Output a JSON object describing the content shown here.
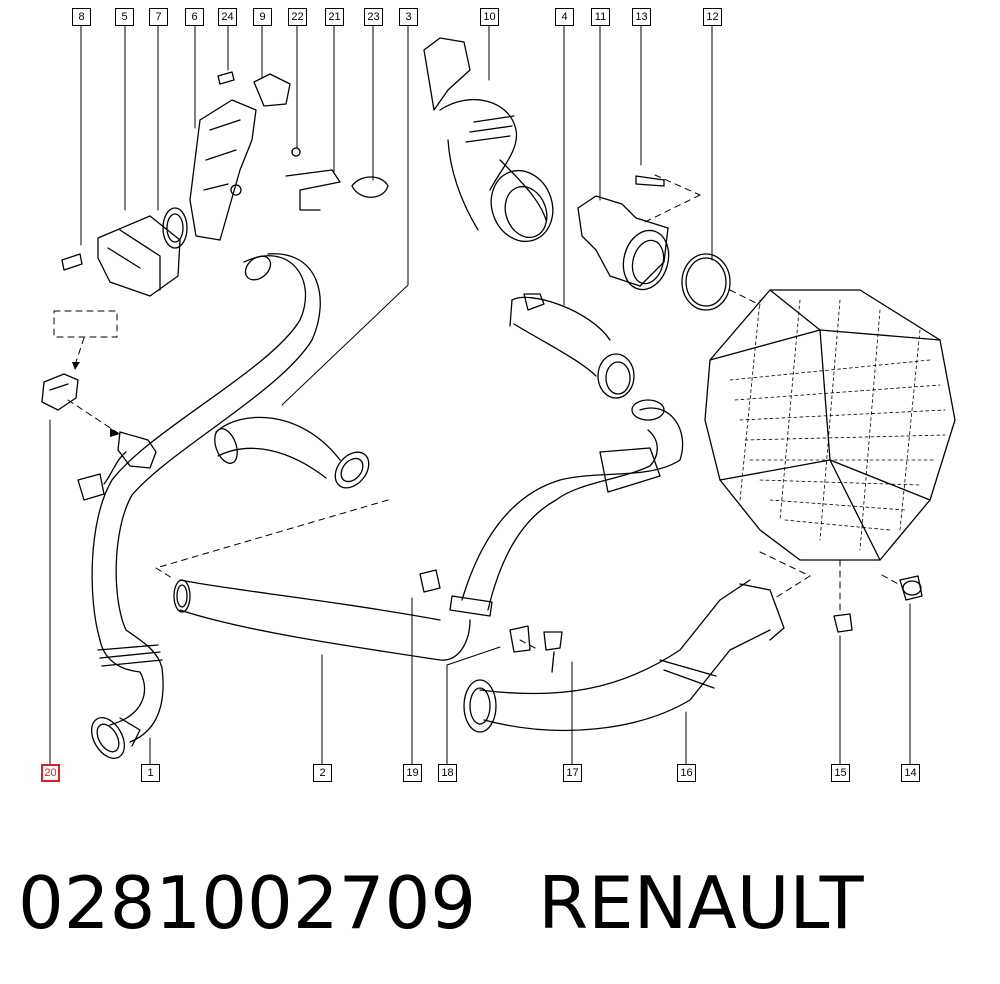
{
  "diagram": {
    "callouts": [
      "8",
      "5",
      "7",
      "6",
      "24",
      "9",
      "22",
      "21",
      "23",
      "3",
      "10",
      "4",
      "11",
      "13",
      "12",
      "20",
      "1",
      "2",
      "19",
      "18",
      "17",
      "16",
      "15",
      "14"
    ],
    "highlighted_callout": "20"
  },
  "footer": {
    "part_number": "0281002709",
    "brand": "RENAULT"
  }
}
